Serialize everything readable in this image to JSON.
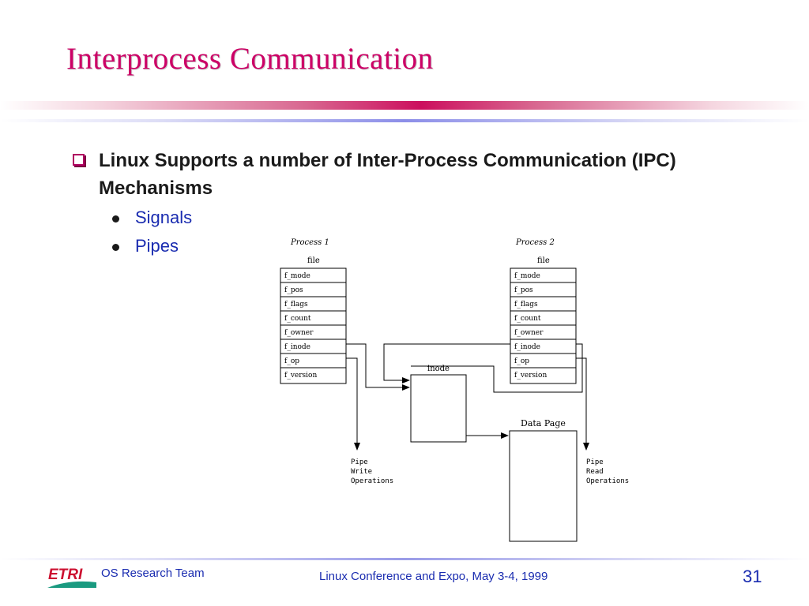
{
  "slide": {
    "title": "Interprocess Communication",
    "bullet": "Linux Supports a number of Inter-Process Communication (IPC) Mechanisms",
    "sub_bullets": [
      "Signals",
      "Pipes"
    ]
  },
  "diagram": {
    "process1": {
      "label": "Process 1",
      "file_label": "file",
      "fields": [
        "f_mode",
        "f_pos",
        "f_flags",
        "f_count",
        "f_owner",
        "f_inode",
        "f_op",
        "f_version"
      ]
    },
    "process2": {
      "label": "Process 2",
      "file_label": "file",
      "fields": [
        "f_mode",
        "f_pos",
        "f_flags",
        "f_count",
        "f_owner",
        "f_inode",
        "f_op",
        "f_version"
      ]
    },
    "inode_label": "inode",
    "data_page_label": "Data Page",
    "pipe_write": [
      "Pipe",
      "Write",
      "Operations"
    ],
    "pipe_read": [
      "Pipe",
      "Read",
      "Operations"
    ]
  },
  "footer": {
    "logo_text": "ETRI",
    "team": "OS Research Team",
    "conference": "Linux Conference and Expo, May 3-4, 1999",
    "page_number": "31"
  },
  "colors": {
    "title": "#cc0066",
    "accent_text": "#1a2cb0",
    "logo_red": "#cc1030",
    "logo_green": "#1a9a80"
  }
}
